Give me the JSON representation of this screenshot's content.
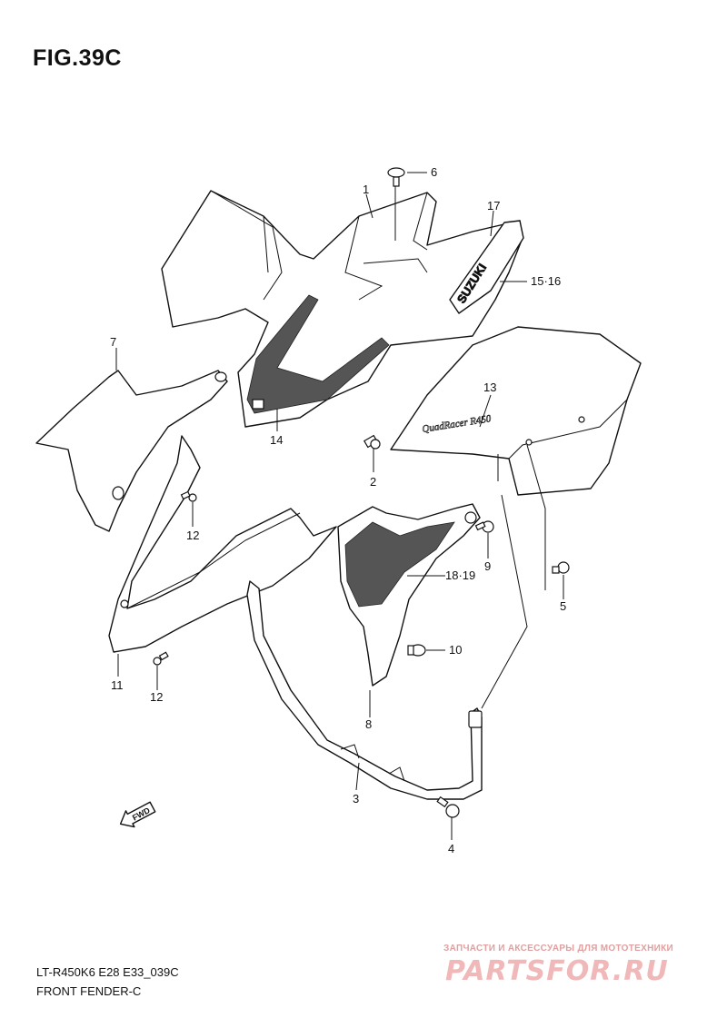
{
  "figure": {
    "title": "FIG.39C",
    "model_code": "LT-R450K6 E28 E33_039C",
    "section_name": "FRONT FENDER-C"
  },
  "callouts": {
    "c1": "1",
    "c2": "2",
    "c3": "3",
    "c4": "4",
    "c5": "5",
    "c6": "6",
    "c7": "7",
    "c8": "8",
    "c9": "9",
    "c10": "10",
    "c11": "11",
    "c12a": "12",
    "c12b": "12",
    "c13": "13",
    "c14": "14",
    "c15_16": "15·16",
    "c17": "17",
    "c18_19": "18·19"
  },
  "decal_text": {
    "brand": "SUZUKI",
    "model_logo": "QuadRacer R450"
  },
  "direction_marker": "FWD",
  "watermark": {
    "caption": "ЗАПЧАСТИ И АКСЕССУАРЫ ДЛЯ МОТОТЕХНИКИ",
    "logo": "PARTSFOR.RU"
  }
}
